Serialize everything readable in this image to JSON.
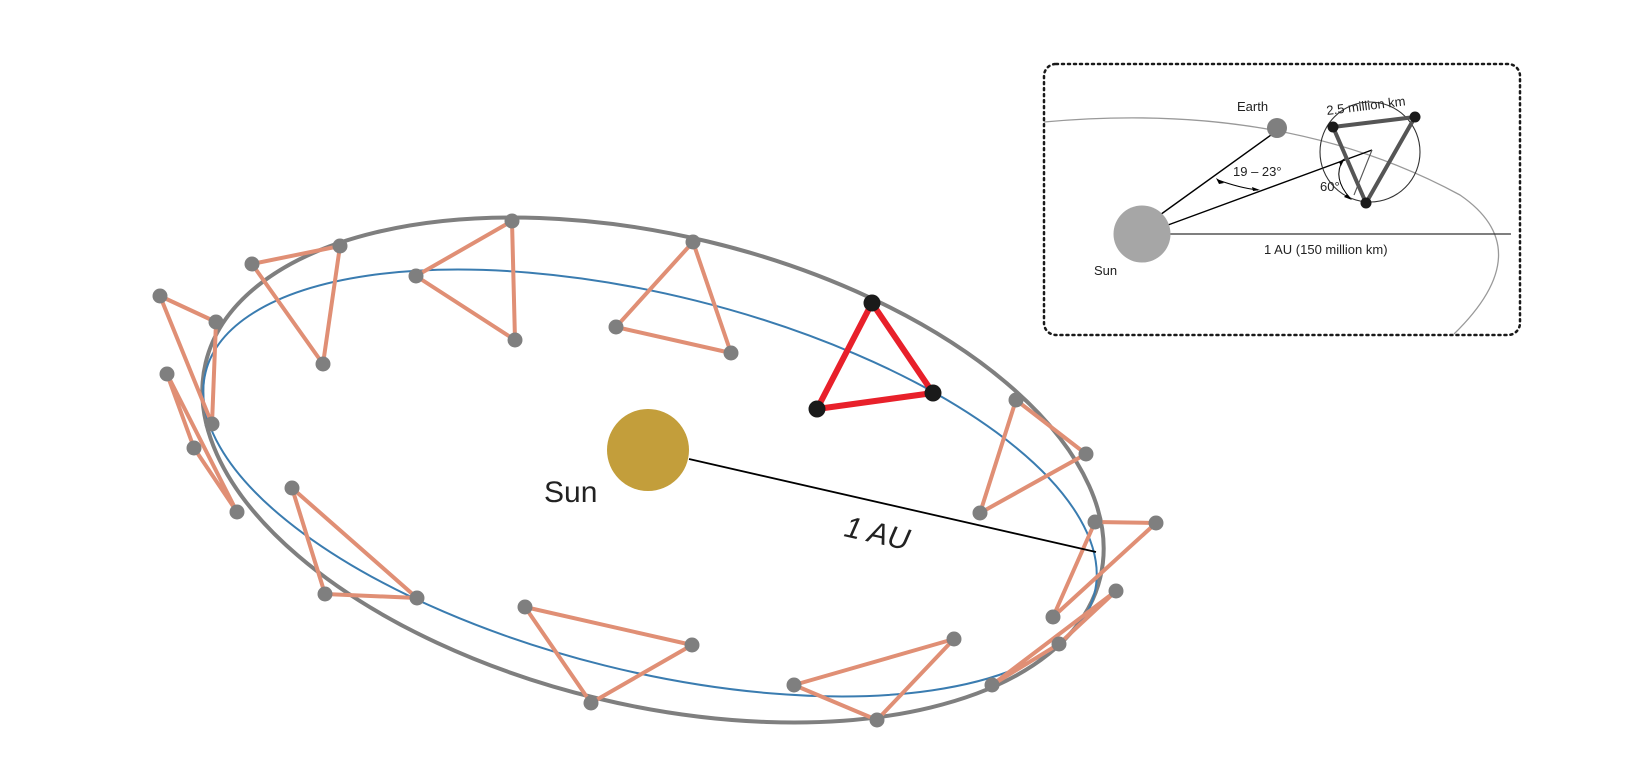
{
  "main": {
    "sun_label": "Sun",
    "distance_label": "1 AU"
  },
  "inset": {
    "earth_label": "Earth",
    "sun_label": "Sun",
    "arm_length_label": "2.5 million km",
    "trailing_angle_label": "19 – 23°",
    "tilt_angle_label": "60°",
    "distance_label": "1 AU (150 million km)"
  },
  "colors": {
    "sun_main": "#c39e3b",
    "earth_orbit": "#7f7f7f",
    "spacecraft_orbit": "#3a7cb0",
    "constellation_past": "#e08f75",
    "constellation_current": "#e8202a",
    "spacecraft_node": "#7f7f7f",
    "spacecraft_node_current": "#1a1a1a",
    "inset_sun": "#a6a6a6"
  }
}
